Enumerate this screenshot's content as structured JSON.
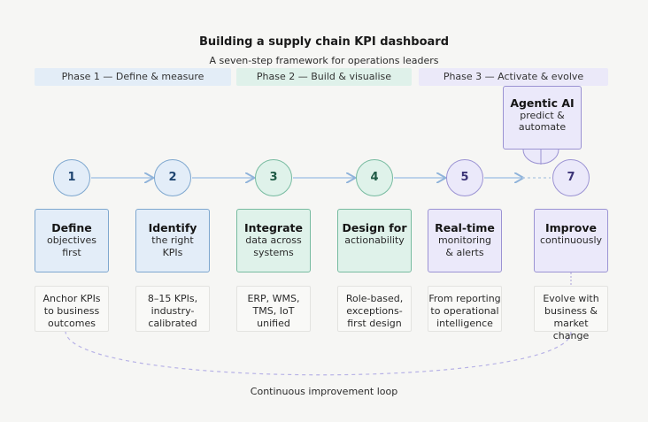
{
  "title": "Building a supply chain KPI dashboard",
  "subtitle": "A seven-step framework for operations leaders",
  "phases": [
    {
      "label": "Phase 1 — Define & measure"
    },
    {
      "label": "Phase 2 — Build & visualise"
    },
    {
      "label": "Phase 3 — Activate & evolve"
    }
  ],
  "steps": [
    {
      "number": "1",
      "title": "Define",
      "sub1": "objectives",
      "sub2": "first",
      "desc1": "Anchor KPIs",
      "desc2": "to business",
      "desc3": "outcomes"
    },
    {
      "number": "2",
      "title": "Identify",
      "sub1": "the right",
      "sub2": "KPIs",
      "desc1": "8–15 KPIs,",
      "desc2": "industry-",
      "desc3": "calibrated"
    },
    {
      "number": "3",
      "title": "Integrate",
      "sub1": "data across",
      "sub2": "systems",
      "desc1": "ERP, WMS,",
      "desc2": "TMS, IoT",
      "desc3": "unified"
    },
    {
      "number": "4",
      "title": "Design for",
      "sub1": "actionability",
      "sub2": "",
      "desc1": "Role-based,",
      "desc2": "exceptions-",
      "desc3": "first design"
    },
    {
      "number": "5",
      "title": "Real-time",
      "sub1": "monitoring",
      "sub2": "& alerts",
      "desc1": "From reporting",
      "desc2": "to operational",
      "desc3": "intelligence"
    },
    {
      "number": "7",
      "title": "Improve",
      "sub1": "continuously",
      "sub2": "",
      "desc1": "Evolve with",
      "desc2": "business &",
      "desc3": "market change"
    }
  ],
  "agentic": {
    "title": "Agentic AI",
    "sub1": "predict &",
    "sub2": "automate"
  },
  "loop_label": "Continuous improvement loop",
  "colors": {
    "blue": "#7ea7cf",
    "green": "#77bba0",
    "purple": "#9b93d3",
    "arrow": "#a9c6e6"
  }
}
